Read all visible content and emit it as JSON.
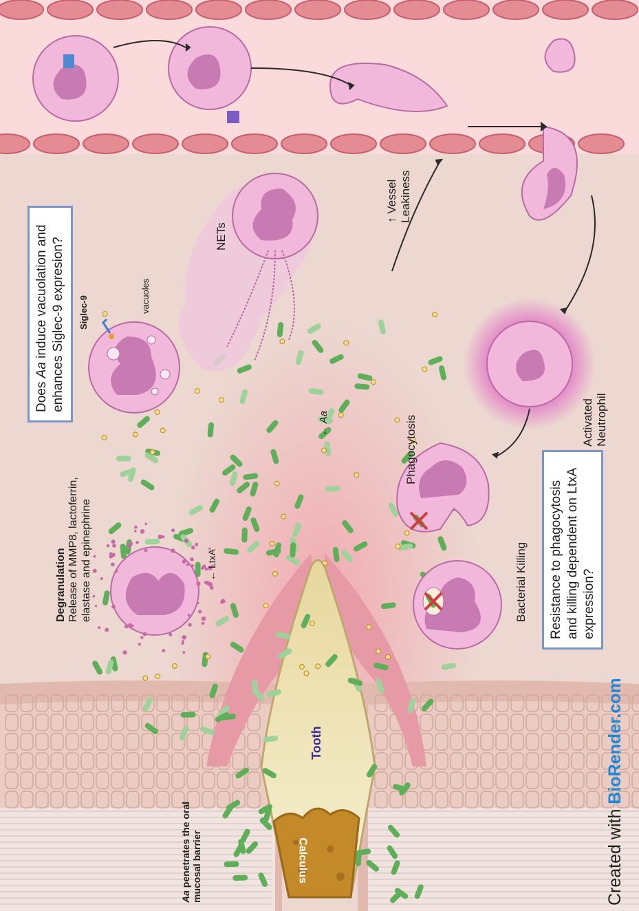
{
  "labels": {
    "penetrates_lead": "Aa",
    "penetrates_rest": " penetrates the oral",
    "penetrates_line2": "mucosal barrier",
    "tooth": "Tooth",
    "calculus": "Calculus",
    "degranulation_title": "Degranulation",
    "degranulation_line1": "Release of MMP8, lactoferrin,",
    "degranulation_line2": "elastase and epinephrine",
    "ltxa": "LtxA",
    "bacterial_killing": "Bacterial Killing",
    "phagocytosis": "Phagocytosis",
    "aa_label": "Aa",
    "siglec9": "Siglec-9",
    "vacuoles": "vacuoles",
    "nets": "NETs",
    "vessel_line1": "Vessel",
    "vessel_line2": "Leakiness",
    "activated_line1": "Activated",
    "activated_line2": "Neutrophil",
    "question_top_pre": "Does ",
    "question_top_em": "Aa",
    "question_top_rest": " induce vacuolation and",
    "question_top_line2": "enhances Siglec-9 expresion?",
    "question_bottom_line1": "Resistance to phagocytosis",
    "question_bottom_line2": "and killing dependent on LtxA",
    "question_bottom_line3": "expression?"
  },
  "credit": {
    "prefix": "Created with ",
    "brand": "BioRender.com"
  },
  "colors": {
    "vessel": "#f9d9da",
    "tissue": "#eddad3",
    "endothelium": "#e58a92",
    "neutrophil": "#f2b8dc",
    "nucleus": "#c87ab2",
    "bacteria": "#5fae5a",
    "calculus": "#c48a2a",
    "tooth": "#f6efcd",
    "box_border": "#7b95c9",
    "brand": "#1f88d8"
  }
}
